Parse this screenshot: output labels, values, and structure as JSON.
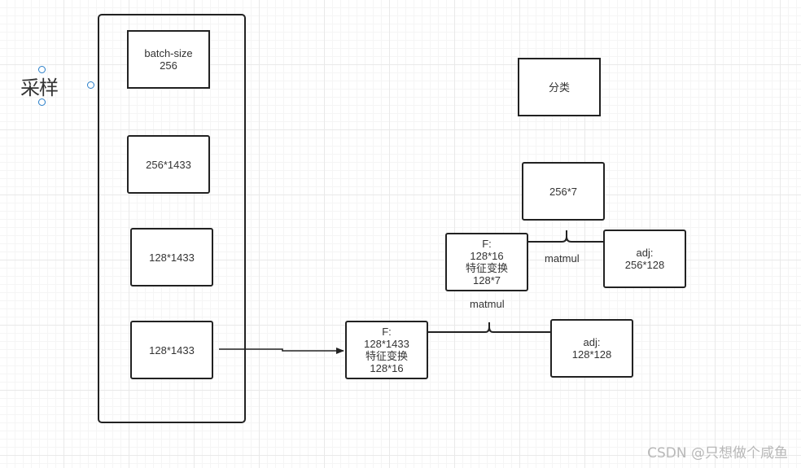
{
  "sampling_label": "采样",
  "container": {
    "batch": [
      "batch-size",
      "256"
    ],
    "shape1": [
      "256*1433"
    ],
    "shape2": [
      "128*1433"
    ],
    "shape3": [
      "128*1433"
    ]
  },
  "layer1": {
    "feature": [
      "F:",
      "128*1433",
      "特征变换",
      "128*16"
    ],
    "matmul": "matmul",
    "adj": [
      "adj:",
      "128*128"
    ]
  },
  "layer2": {
    "feature": [
      "F:",
      "128*16",
      "特征变换",
      "128*7"
    ],
    "matmul": "matmul",
    "adj": [
      "adj:",
      "256*128"
    ],
    "result": [
      "256*7"
    ]
  },
  "classify": [
    "分类"
  ],
  "watermark": "CSDN @只想做个咸鱼"
}
